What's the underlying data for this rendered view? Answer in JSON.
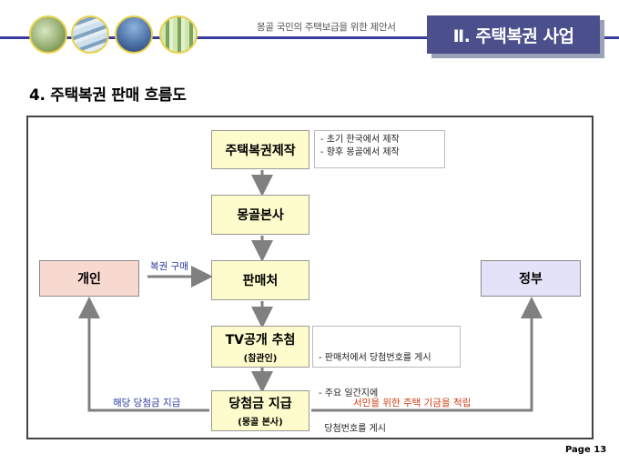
{
  "header": {
    "subtitle": "몽골 국민의 주택보급을 위한 제안서",
    "section_badge": "Ⅱ. 주택복권 사업",
    "photo_icons": [
      "landscape-photo",
      "settlement-photo",
      "emblem-photo",
      "buildings-photo"
    ]
  },
  "section_title": "4. 주택복권 판매 흐름도",
  "flow": {
    "step1": "주택복권제작",
    "step2": "몽골본사",
    "step3": "판매처",
    "step4": {
      "title": "TV공개 추첨",
      "sub": "(참관인)"
    },
    "step5": {
      "title": "당첨금 지급",
      "sub": "(몽골 본사)"
    },
    "left_box": "개인",
    "right_box": "정부"
  },
  "notes": {
    "production": [
      "- 초기 한국에서 제작",
      "- 향후 몽골에서 제작"
    ],
    "draw": [
      "- 판매처에서 당첨번호를 게시",
      "- 주요 일간지에",
      "  당첨번호를 게시"
    ]
  },
  "labels": {
    "buy": "복권 구매",
    "payout": "해당 당첨금 지급",
    "fund": "서민을 위한 주택 기금을 적립"
  },
  "colors": {
    "header_line": "#3a3a9a",
    "badge": "#4b4f8c",
    "step_fill": "#fefbcc",
    "person_fill": "#f8d9d0",
    "gov_fill": "#e4e2f8",
    "arrow": "#808080",
    "buy_label": "#2a3aa0",
    "payout_label": "#2a3aa0",
    "fund_label": "#d03a10"
  },
  "footer": {
    "page": "Page 13"
  }
}
